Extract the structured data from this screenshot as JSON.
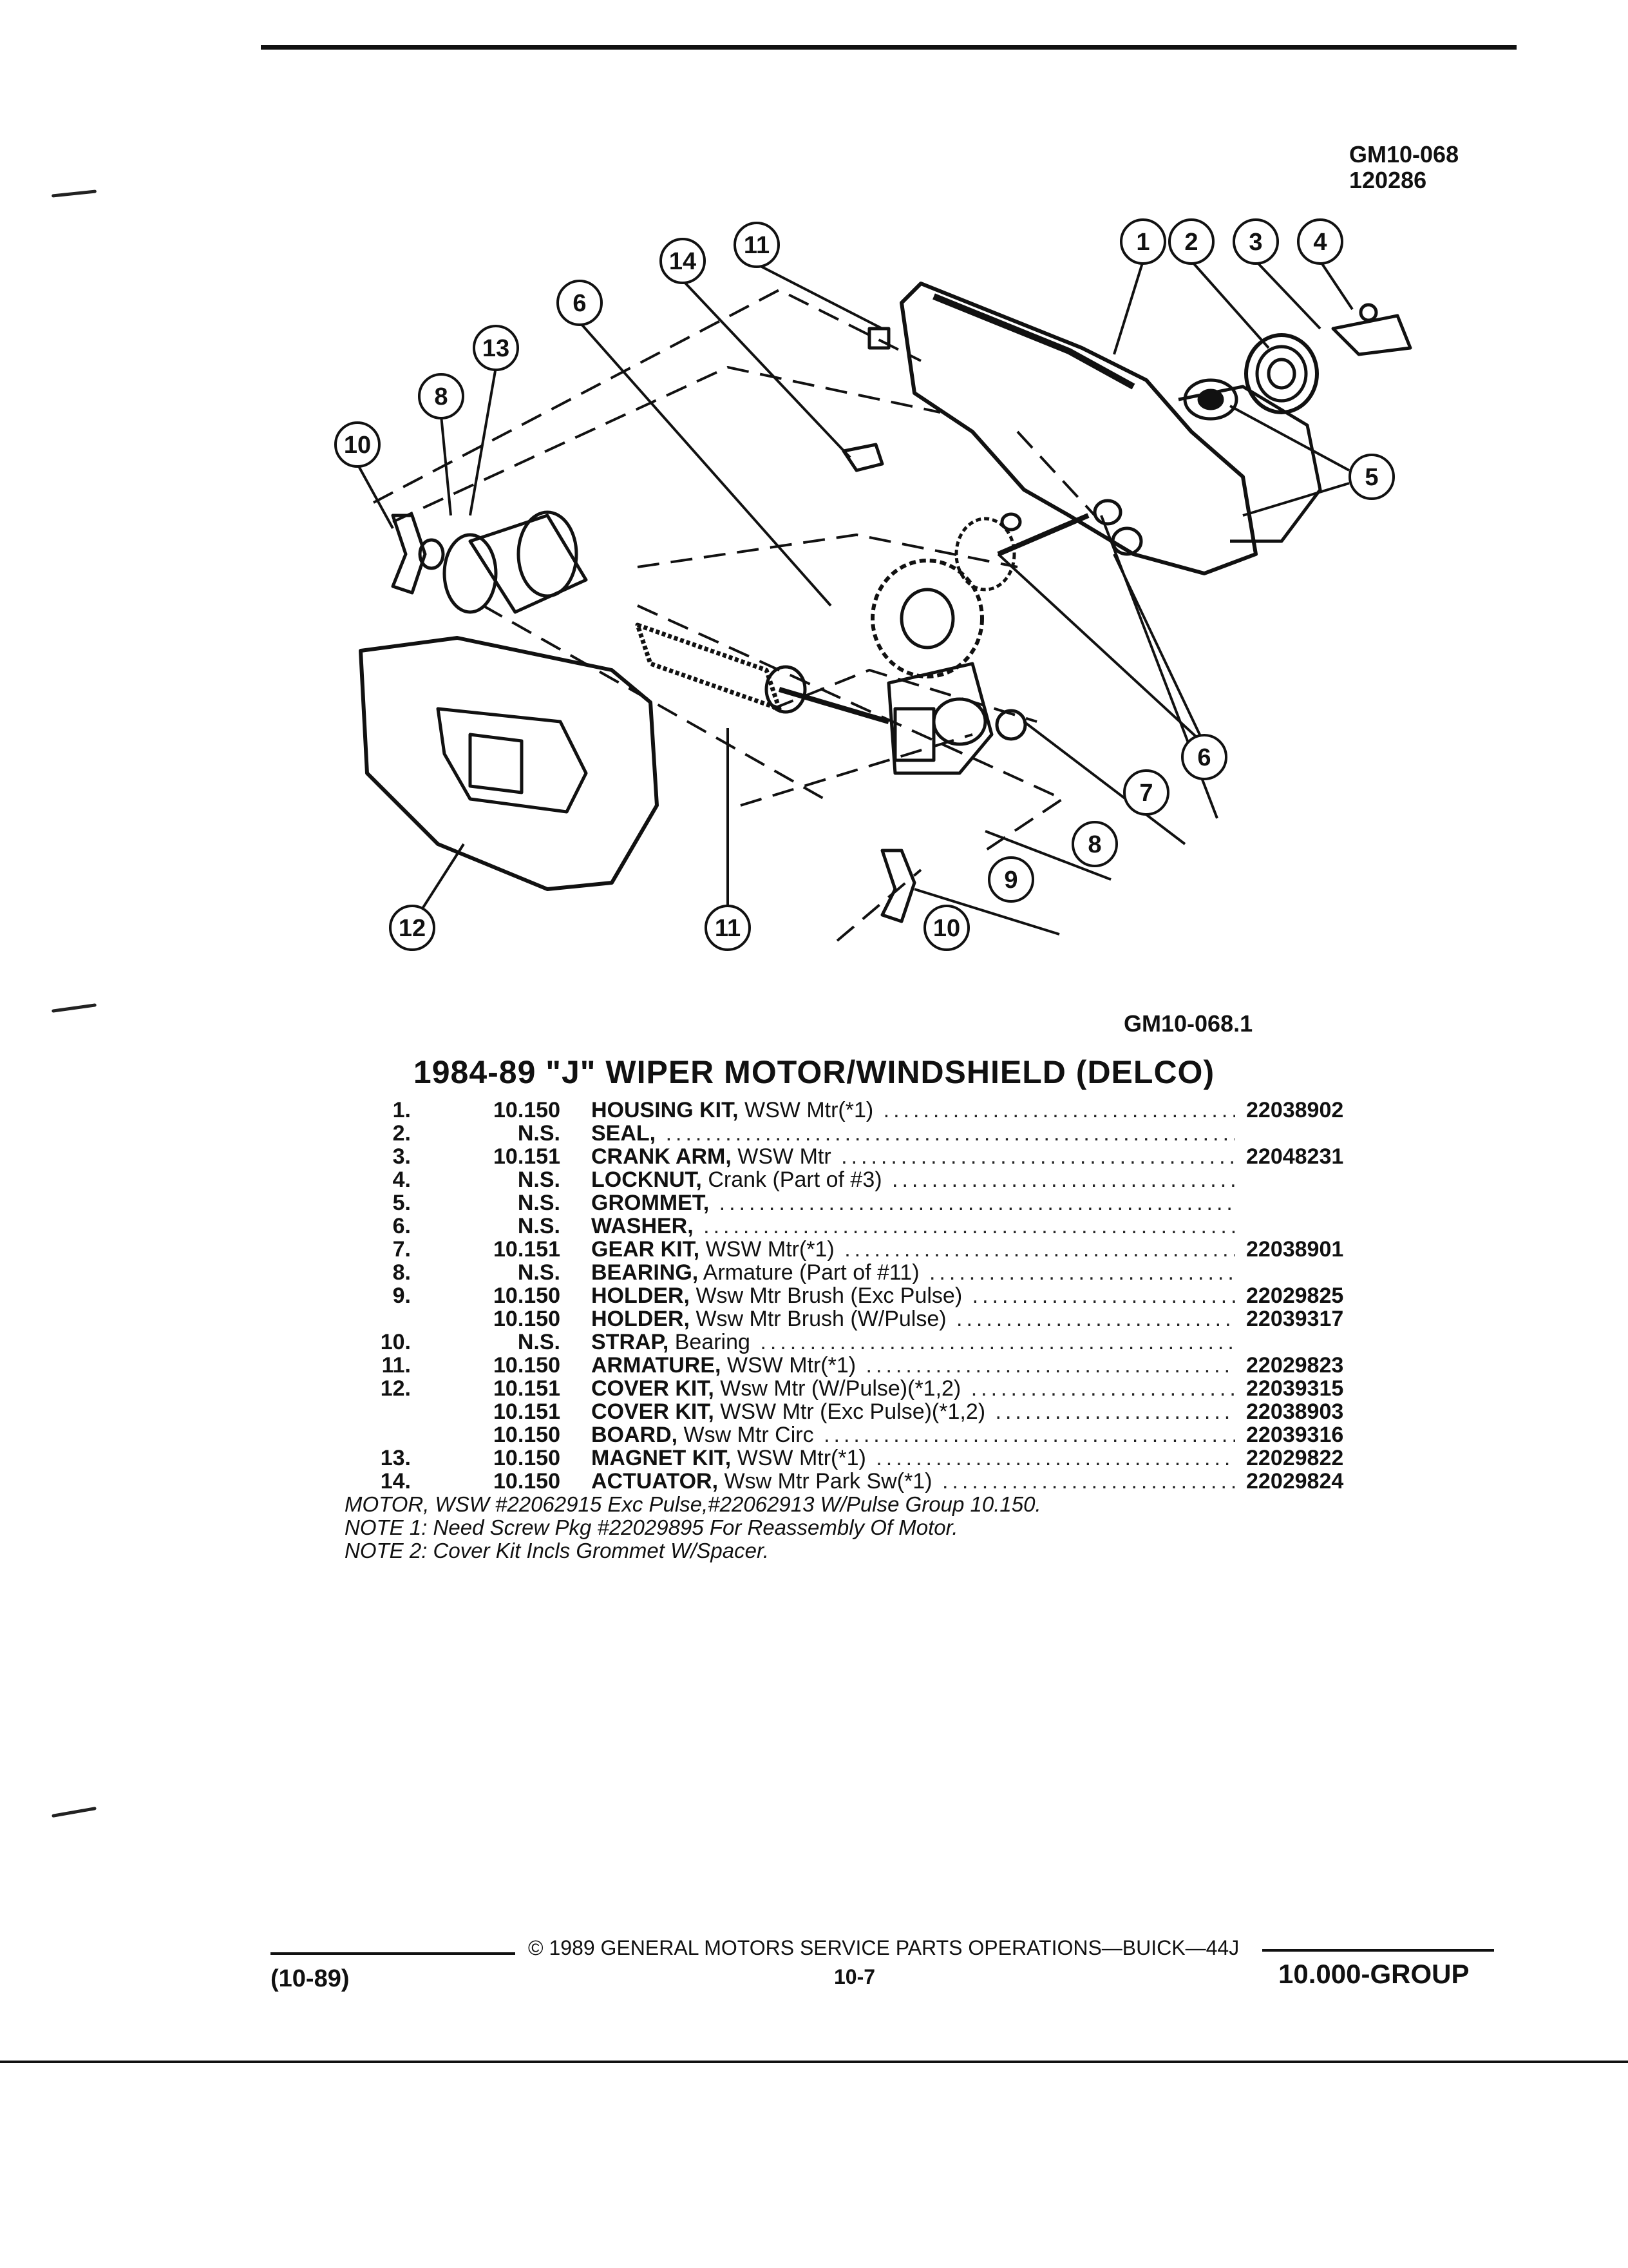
{
  "header": {
    "figure_code": "GM10-068",
    "figure_date": "120286"
  },
  "diagram": {
    "callouts": [
      "11",
      "14",
      "6",
      "13",
      "8",
      "10",
      "1",
      "2",
      "3",
      "4",
      "5",
      "6",
      "7",
      "8",
      "9",
      "10",
      "11",
      "12"
    ],
    "figure_id": "GM10-068.1"
  },
  "parts_list": {
    "title": "1984-89 \"J\" WIPER MOTOR/WINDSHIELD (DELCO)",
    "rows": [
      {
        "num": "1.",
        "group": "10.150",
        "name": "HOUSING KIT,",
        "desc": " WSW Mtr(*1)",
        "part": "22038902"
      },
      {
        "num": "2.",
        "group": "N.S.",
        "name": "SEAL,",
        "desc": "",
        "part": ""
      },
      {
        "num": "3.",
        "group": "10.151",
        "name": "CRANK ARM,",
        "desc": " WSW Mtr",
        "part": "22048231"
      },
      {
        "num": "4.",
        "group": "N.S.",
        "name": "LOCKNUT,",
        "desc": " Crank (Part of #3)",
        "part": ""
      },
      {
        "num": "5.",
        "group": "N.S.",
        "name": "GROMMET,",
        "desc": "",
        "part": ""
      },
      {
        "num": "6.",
        "group": "N.S.",
        "name": "WASHER,",
        "desc": "",
        "part": ""
      },
      {
        "num": "7.",
        "group": "10.151",
        "name": "GEAR KIT,",
        "desc": " WSW Mtr(*1)",
        "part": "22038901"
      },
      {
        "num": "8.",
        "group": "N.S.",
        "name": "BEARING,",
        "desc": " Armature (Part of #11)",
        "part": ""
      },
      {
        "num": "9.",
        "group": "10.150",
        "name": "HOLDER,",
        "desc": " Wsw Mtr Brush (Exc Pulse)",
        "part": "22029825"
      },
      {
        "num": "",
        "group": "10.150",
        "name": "HOLDER,",
        "desc": " Wsw Mtr Brush (W/Pulse)",
        "part": "22039317"
      },
      {
        "num": "10.",
        "group": "N.S.",
        "name": "STRAP,",
        "desc": " Bearing",
        "part": ""
      },
      {
        "num": "11.",
        "group": "10.150",
        "name": "ARMATURE,",
        "desc": " WSW Mtr(*1)",
        "part": "22029823"
      },
      {
        "num": "12.",
        "group": "10.151",
        "name": "COVER KIT,",
        "desc": " Wsw Mtr (W/Pulse)(*1,2)",
        "part": "22039315"
      },
      {
        "num": "",
        "group": "10.151",
        "name": "COVER KIT,",
        "desc": " WSW Mtr (Exc Pulse)(*1,2)",
        "part": "22038903"
      },
      {
        "num": "",
        "group": "10.150",
        "name": "BOARD,",
        "desc": " Wsw Mtr Circ",
        "part": "22039316"
      },
      {
        "num": "13.",
        "group": "10.150",
        "name": "MAGNET KIT,",
        "desc": " WSW Mtr(*1)",
        "part": "22029822"
      },
      {
        "num": "14.",
        "group": "10.150",
        "name": "ACTUATOR,",
        "desc": " Wsw Mtr Park Sw(*1)",
        "part": "22029824"
      }
    ],
    "notes": [
      "MOTOR, WSW #22062915 Exc Pulse,#22062913 W/Pulse Group 10.150.",
      "NOTE 1: Need Screw Pkg #22029895 For Reassembly Of Motor.",
      "NOTE 2: Cover Kit Incls Grommet W/Spacer."
    ]
  },
  "footer": {
    "copyright": "© 1989 GENERAL MOTORS SERVICE PARTS OPERATIONS—BUICK—44J",
    "date_code": "(10-89)",
    "page": "10-7",
    "group": "10.000-GROUP"
  }
}
